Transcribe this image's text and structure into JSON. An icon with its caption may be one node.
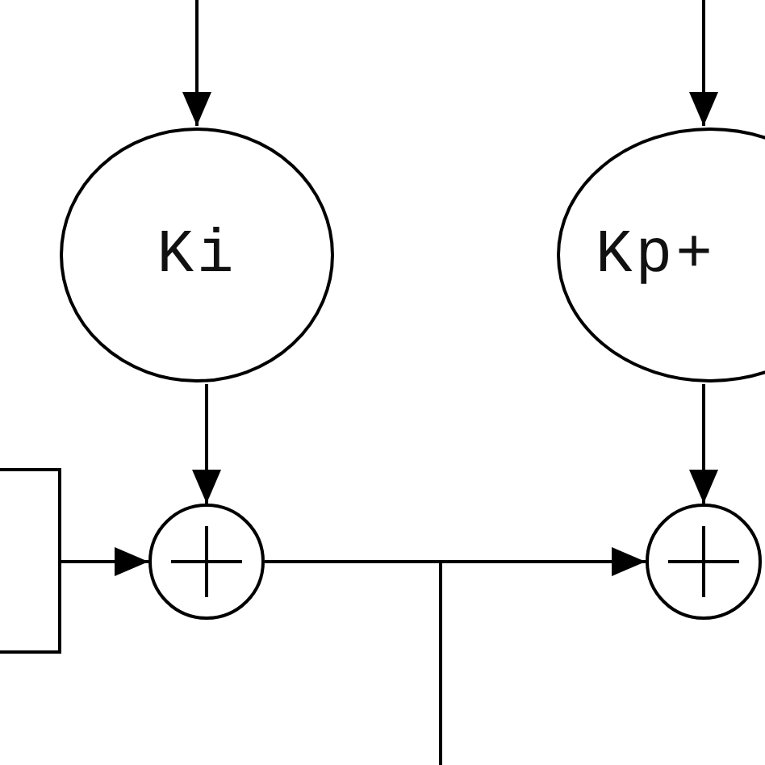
{
  "diagram": {
    "nodes": [
      {
        "text": [
          "Ki"
        ]
      },
      {
        "text": [
          "Kp+"
        ]
      },
      {
        "text": [],
        "shape": "box"
      },
      {
        "text": [],
        "shape": "circle"
      },
      {
        "text": [],
        "shape": "circle"
      }
    ],
    "edges": [
      {
        "from": null,
        "to": 0,
        "arrow": "to"
      },
      {
        "from": null,
        "to": 1,
        "arrow": "to"
      },
      {
        "from": 0,
        "to": 3,
        "arrow": "to"
      },
      {
        "from": 1,
        "to": 4,
        "arrow": "to"
      },
      {
        "from": 2,
        "to": 3,
        "arrow": "to"
      },
      {
        "from": 3,
        "to": 4,
        "arrow": "to"
      },
      {
        "from": 3,
        "to": null,
        "arrow": "none"
      }
    ]
  }
}
